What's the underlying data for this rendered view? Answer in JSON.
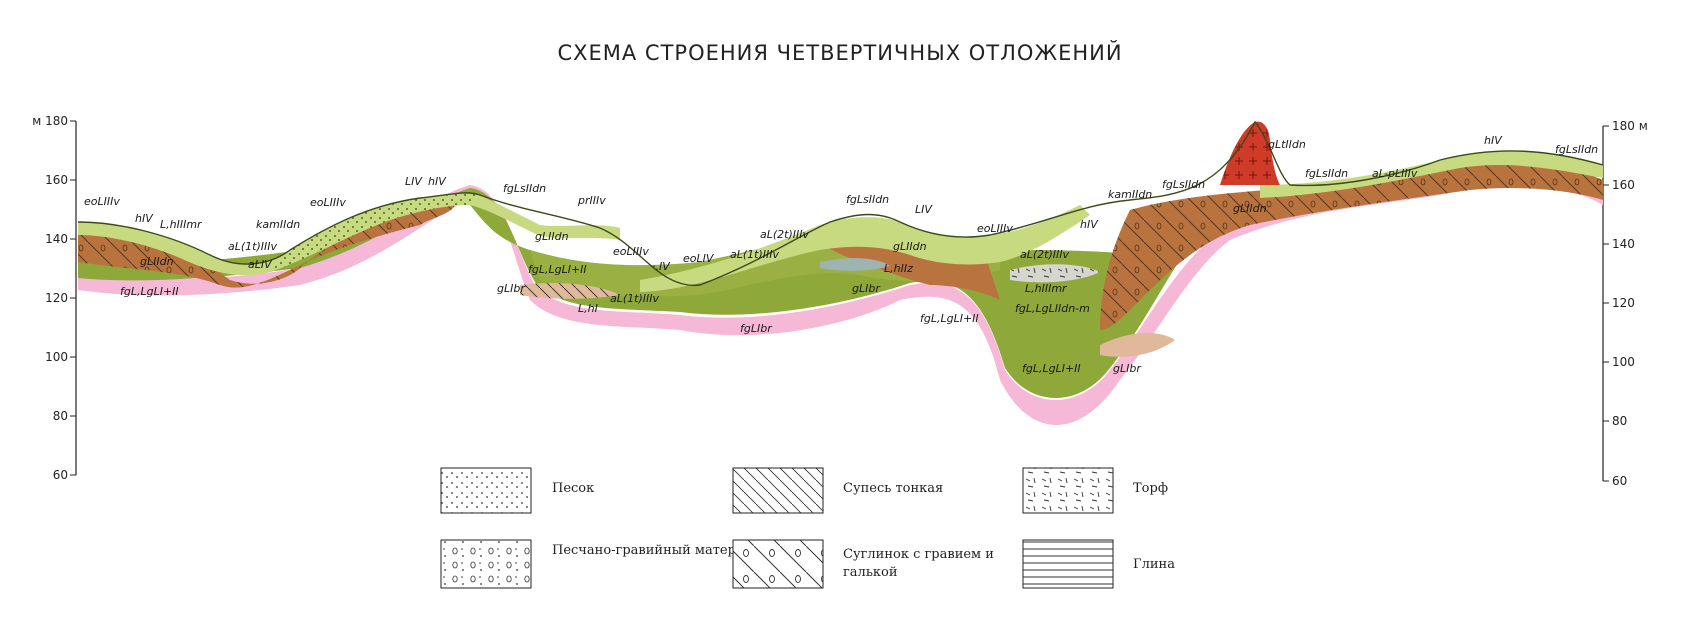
{
  "title": "СХЕМА СТРОЕНИЯ ЧЕТВЕРТИЧНЫХ ОТЛОЖЕНИЙ",
  "axis": {
    "unit": "м",
    "left_top_label": "м 180",
    "right_top_label": "180 м",
    "ticks": [
      "160",
      "140",
      "120",
      "100",
      "80",
      "60"
    ]
  },
  "layer_labels": [
    "eoLIIIv",
    "hIV",
    "L,hIIImr",
    "gLIIdn",
    "fgL,LgLI+II",
    "aL(1t)IIIv",
    "aLIV",
    "kamIIdn",
    "eoLIIIv",
    "LIV",
    "hIV",
    "fgLsIIdn",
    "prIIIv",
    "gLIIdn",
    "fgL,LgLI+II",
    "gLIbr",
    "L,hI",
    "eoLIIIv",
    "·.IV",
    "eoLIV",
    "aL(1t)IIIv",
    "aL(1t)IIIv",
    "aL(2t)IIIv",
    "fgLIbr",
    "fgLsIIdn",
    "LIV",
    "gLIIdn",
    "L,hIIz",
    "gLIbr",
    "eoLIIIv",
    "hIV",
    "aL(2t)IIIv",
    "L,hIIImr",
    "fgL,LgLIIdn-m",
    "fgL,LgLI+II",
    "fgL,LgLI+II",
    "gLIbr",
    "kamIIdn",
    "fgLsIIdn",
    "gLtIIdn",
    "gLIIdn",
    "fgLsIIdn",
    "aL-pLIIIv",
    "hIV",
    "fgLsIIdn"
  ],
  "legend": [
    {
      "label": "Песок",
      "pattern": "sand"
    },
    {
      "label": "Супесь тонкая",
      "pattern": "sandy-loam"
    },
    {
      "label": "Торф",
      "pattern": "peat"
    },
    {
      "label": "Песчано-гравийный материал",
      "pattern": "sand-gravel"
    },
    {
      "label": "Суглинок с гравием и галькой",
      "pattern": "loam-gravel"
    },
    {
      "label": "Глина",
      "pattern": "clay"
    }
  ],
  "colors": {
    "bedrock": "#f5b8d6",
    "till": "#b9733f",
    "fluvioglacial": "#8fa83a",
    "light_green": "#c7da7f",
    "sand": "#dbe3a7",
    "peat": "#d6d6cf",
    "red_till": "#d03a28"
  }
}
